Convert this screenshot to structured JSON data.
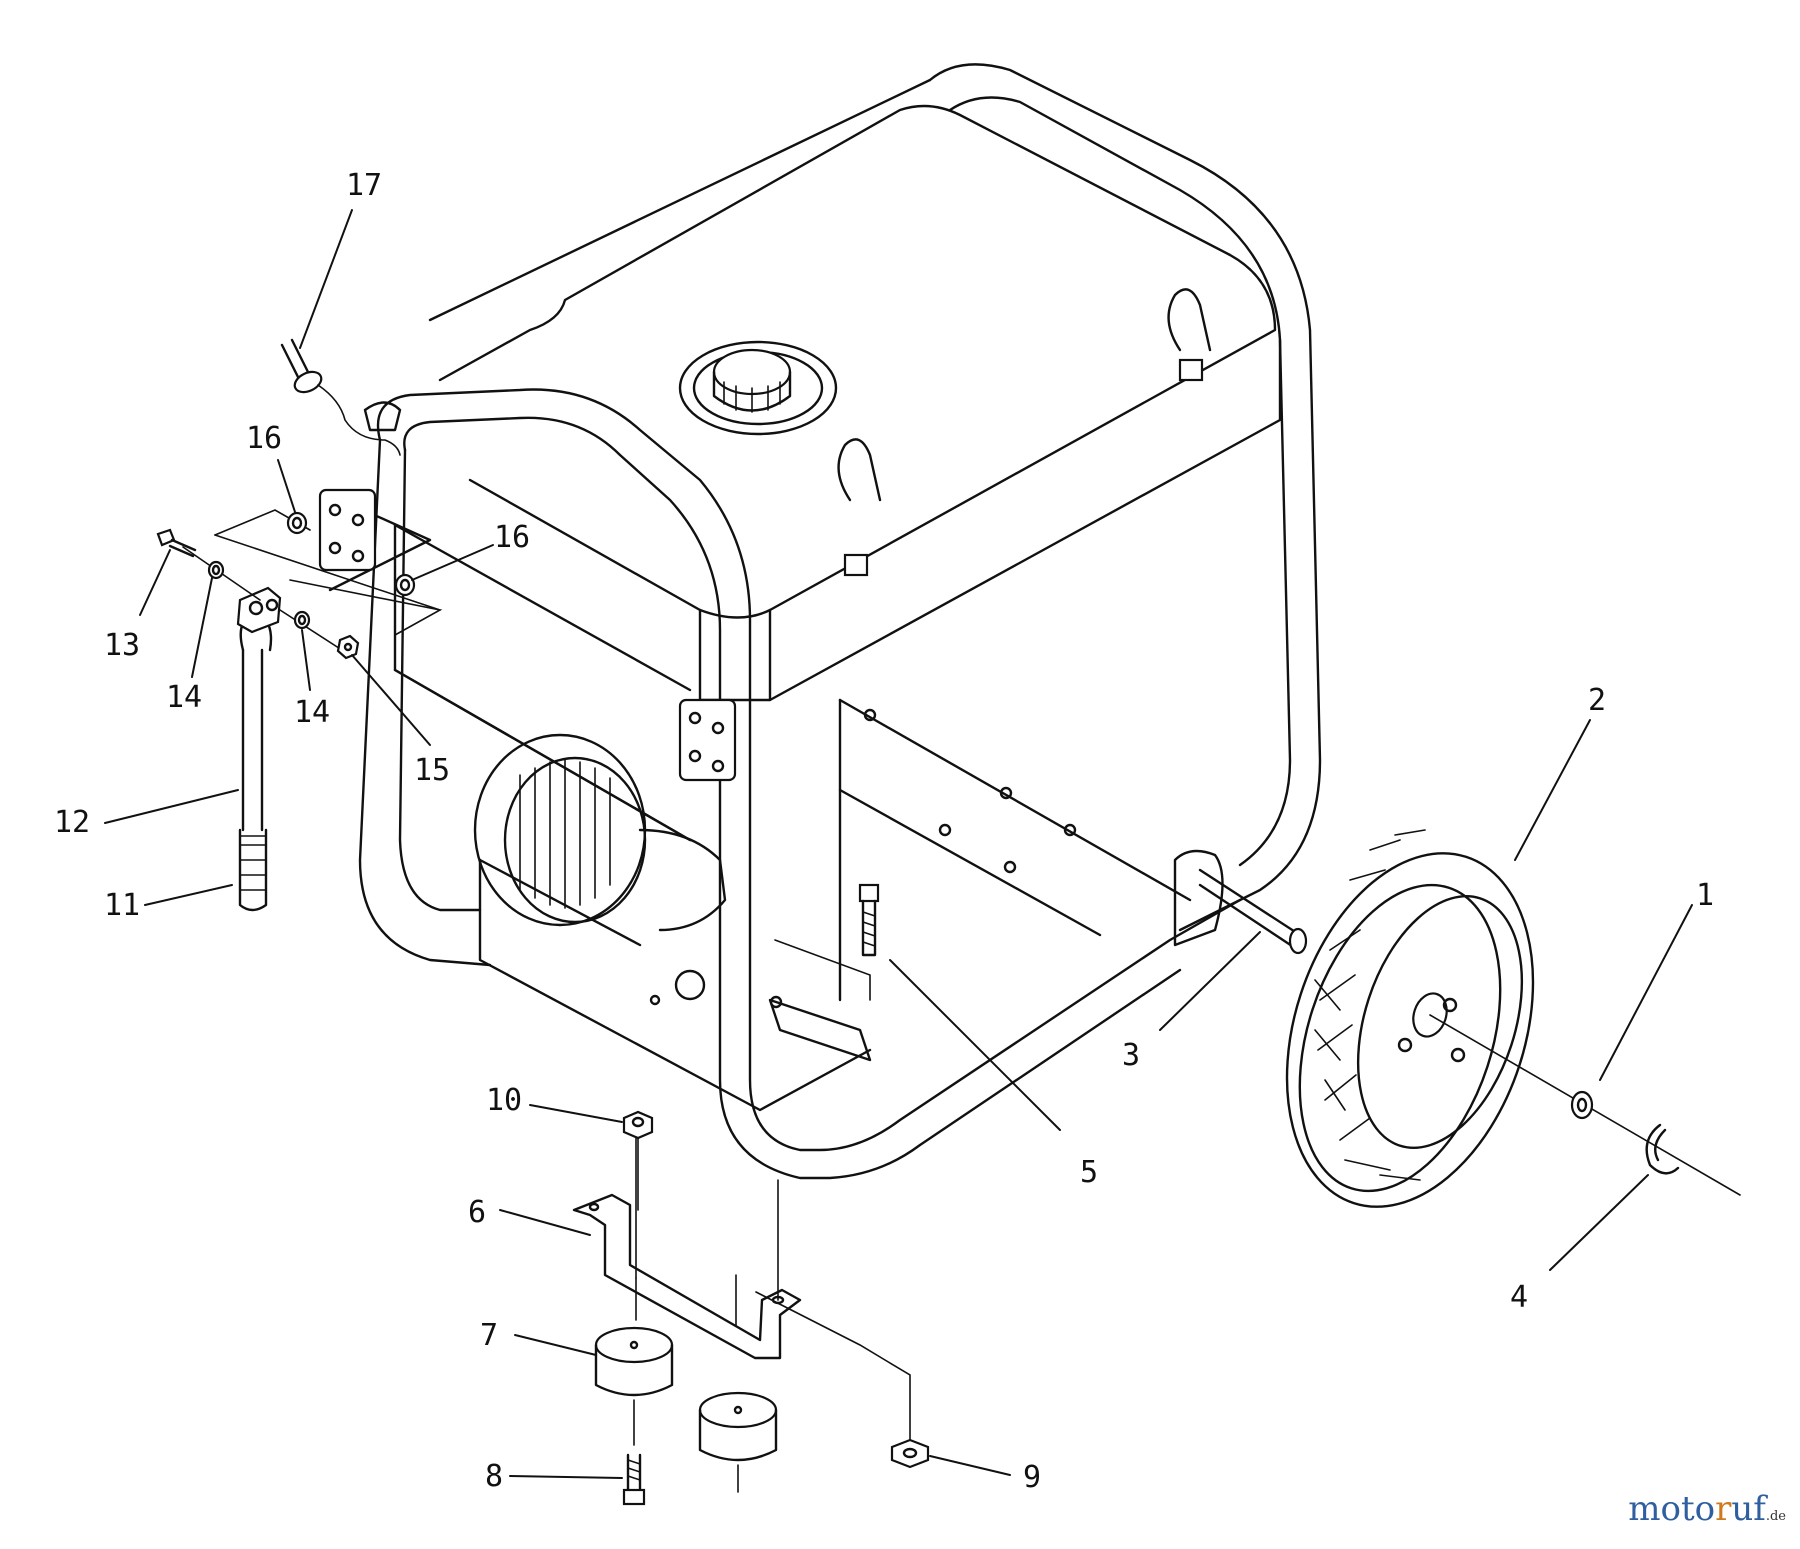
{
  "callouts": [
    {
      "id": "c1",
      "text": "1"
    },
    {
      "id": "c2",
      "text": "2"
    },
    {
      "id": "c3",
      "text": "3"
    },
    {
      "id": "c4",
      "text": "4"
    },
    {
      "id": "c5",
      "text": "5"
    },
    {
      "id": "c6",
      "text": "6"
    },
    {
      "id": "c7",
      "text": "7"
    },
    {
      "id": "c8",
      "text": "8"
    },
    {
      "id": "c9",
      "text": "9"
    },
    {
      "id": "c10",
      "text": "10"
    },
    {
      "id": "c11",
      "text": "11"
    },
    {
      "id": "c12",
      "text": "12"
    },
    {
      "id": "c13",
      "text": "13"
    },
    {
      "id": "c14a",
      "text": "14"
    },
    {
      "id": "c14b",
      "text": "14"
    },
    {
      "id": "c15",
      "text": "15"
    },
    {
      "id": "c16a",
      "text": "16"
    },
    {
      "id": "c16b",
      "text": "16"
    },
    {
      "id": "c17",
      "text": "17"
    }
  ],
  "watermark": {
    "part1": "moto",
    "part2": "r",
    "part3": "uf",
    "suffix": ".de"
  }
}
